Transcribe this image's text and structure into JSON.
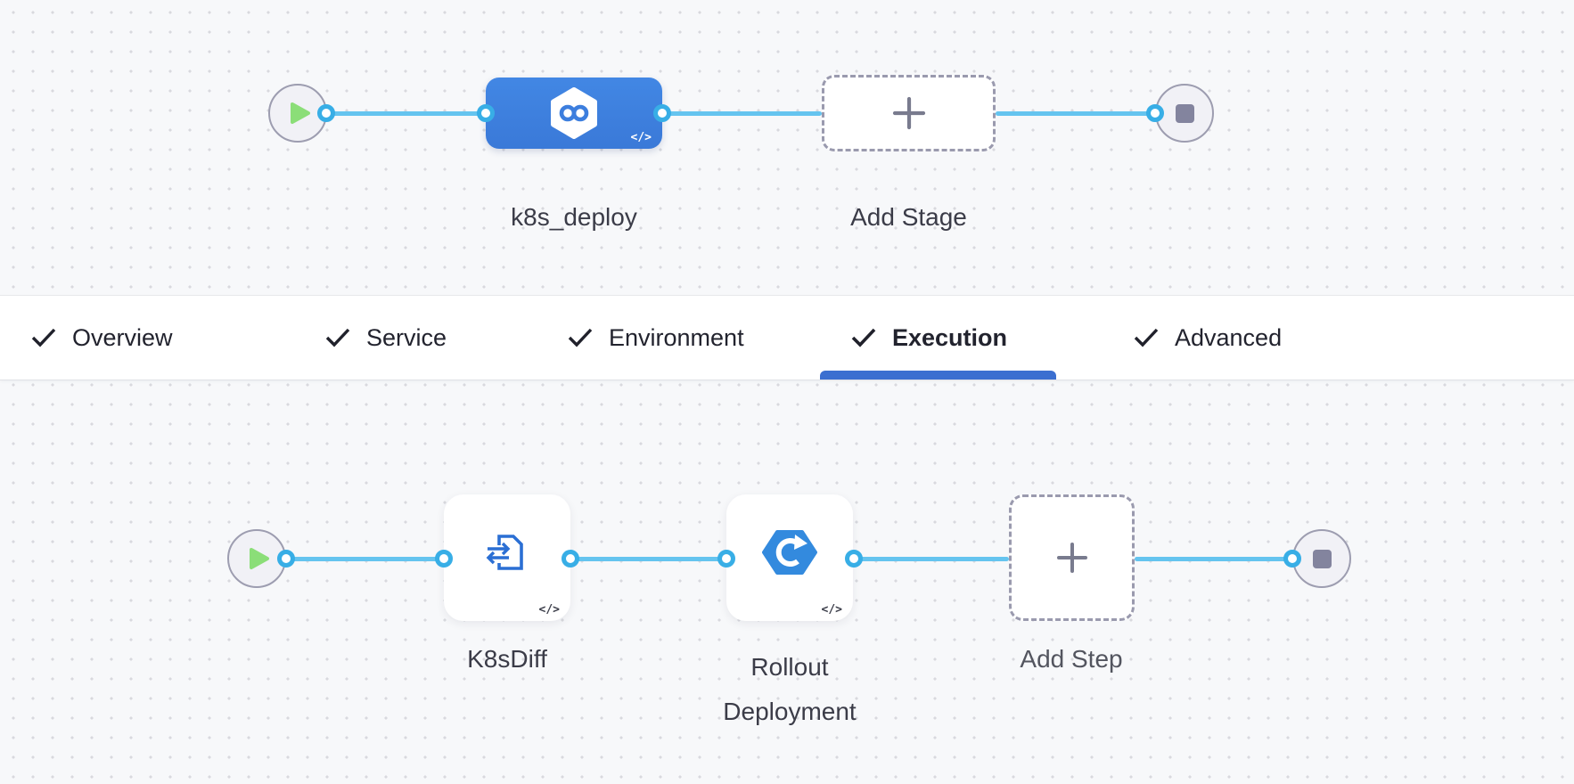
{
  "glyphs": {
    "code": "</>"
  },
  "stage_pipeline": {
    "stage_label": "k8s_deploy",
    "add_stage_label": "Add Stage"
  },
  "tabs": [
    {
      "label": "Overview",
      "checked": true,
      "active": false
    },
    {
      "label": "Service",
      "checked": true,
      "active": false
    },
    {
      "label": "Environment",
      "checked": true,
      "active": false
    },
    {
      "label": "Execution",
      "checked": true,
      "active": true
    },
    {
      "label": "Advanced",
      "checked": true,
      "active": false
    }
  ],
  "execution": {
    "step1_label": "K8sDiff",
    "step2_label": "Rollout Deployment",
    "add_step_label": "Add Step"
  },
  "colors": {
    "accent_blue": "#3d7fe0",
    "edge_blue": "#65c4ef",
    "port_blue": "#38aee6",
    "underline_blue": "#3b6fd0",
    "play_green": "#8bde78",
    "icon_blue": "#2b6fd4",
    "hexagon_blue": "#338ade",
    "label_dark": "#3b3c48"
  }
}
